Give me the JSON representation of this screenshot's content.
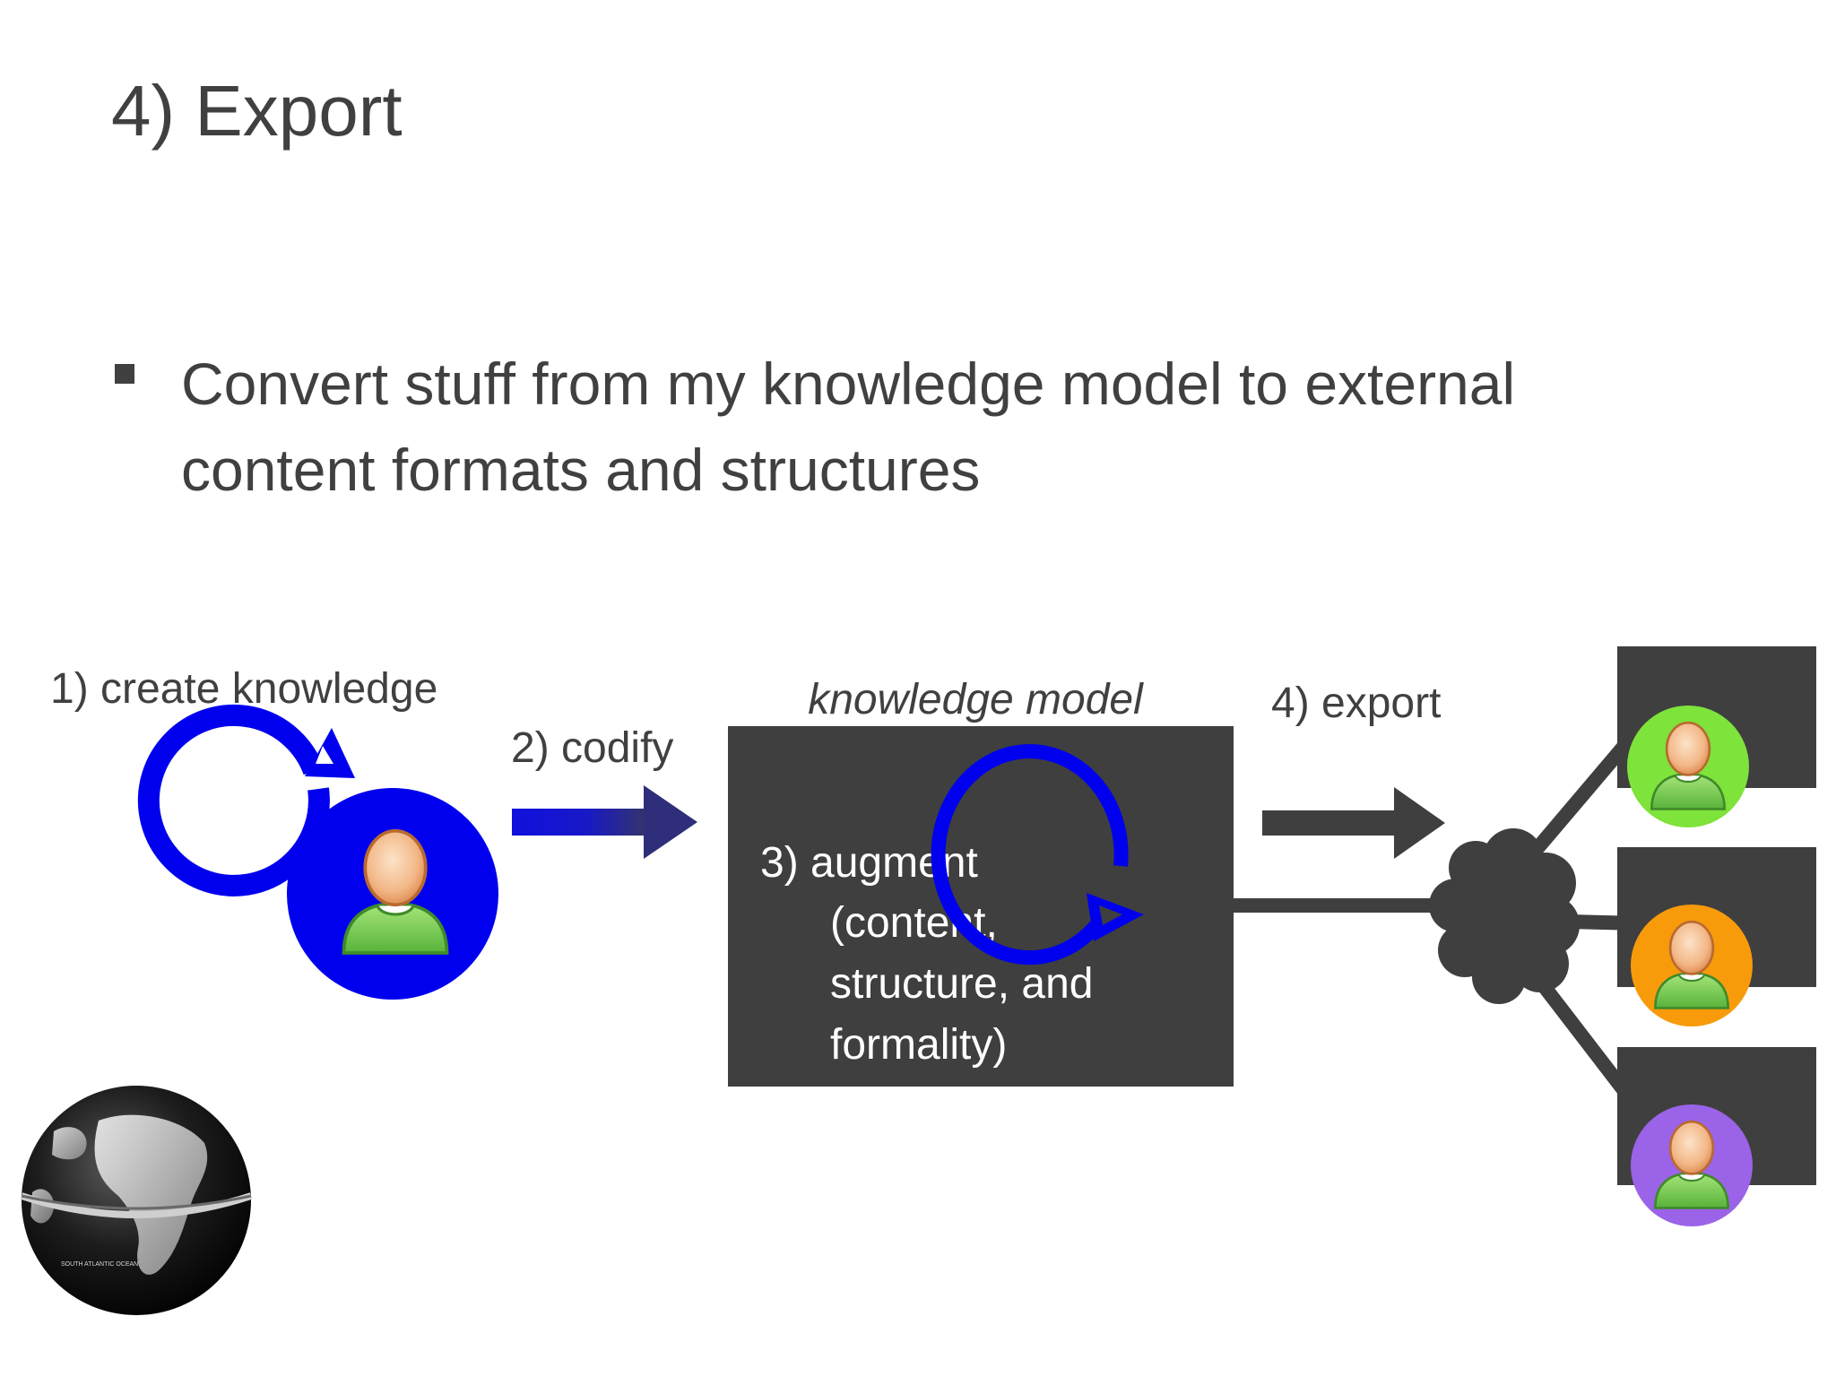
{
  "slide": {
    "title": "4) Export",
    "bullet": "Convert stuff from my knowledge model to external content formats and structures"
  },
  "diagram": {
    "step1_label": "1) create knowledge",
    "step2_label": "2) codify",
    "model_label": "knowledge model",
    "step3_line1": "3) augment",
    "step3_line2": "(content,",
    "step3_line3": "structure, and",
    "step3_line4": "formality)",
    "step4_label": "4) export",
    "globe_text": "SOUTH ATLANTIC OCEAN"
  },
  "colors": {
    "text": "#404040",
    "dark_box": "#3f3f3f",
    "blue": "#0000ee",
    "green_avatar_bg": "#7ee33a",
    "orange_avatar_bg": "#f89b0a",
    "purple_avatar_bg": "#9b63e8"
  }
}
